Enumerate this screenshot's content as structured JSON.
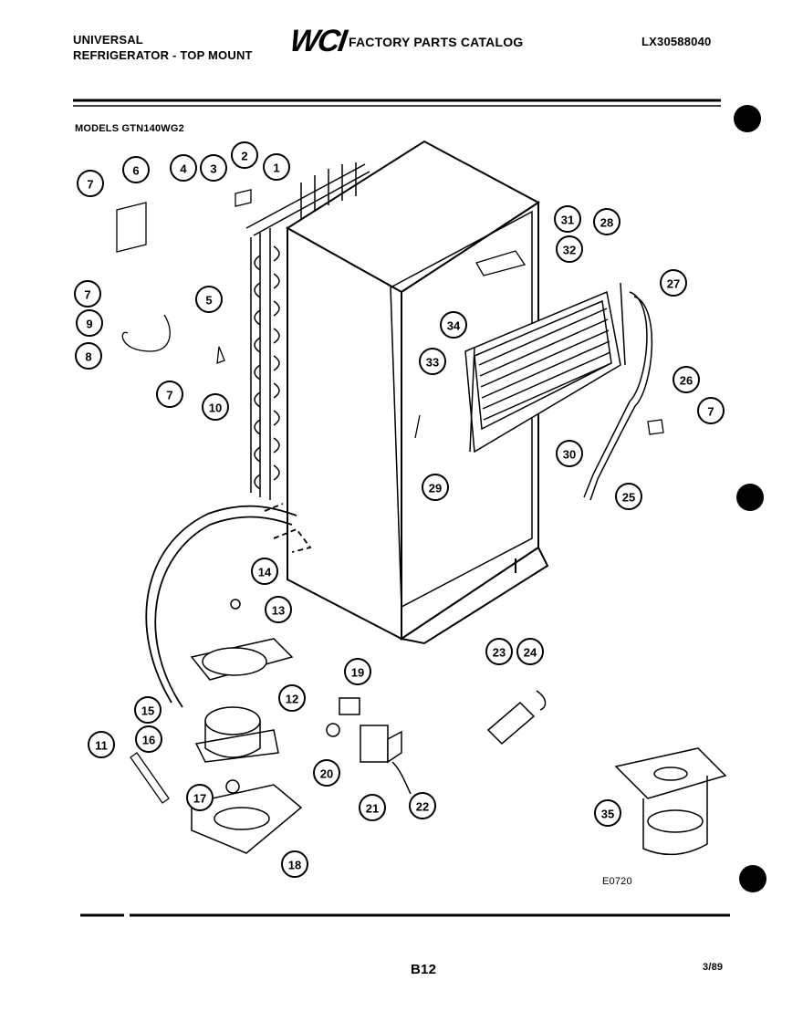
{
  "header": {
    "brand_line1": "UNIVERSAL",
    "brand_line2": "REFRIGERATOR - TOP MOUNT",
    "logo_text": "WCI",
    "catalog_title": "FACTORY PARTS CATALOG",
    "catalog_number": "LX30588040"
  },
  "diagram": {
    "models_label": "MODELS GTN140WG2",
    "figure_code": "E0720",
    "callouts": [
      "1",
      "2",
      "3",
      "4",
      "5",
      "6",
      "7",
      "8",
      "9",
      "10",
      "11",
      "12",
      "13",
      "14",
      "15",
      "16",
      "17",
      "18",
      "19",
      "20",
      "21",
      "22",
      "23",
      "24",
      "25",
      "26",
      "27",
      "28",
      "29",
      "30",
      "31",
      "32",
      "33",
      "34",
      "35"
    ]
  },
  "footer": {
    "page_number": "B12",
    "date": "3/89"
  }
}
